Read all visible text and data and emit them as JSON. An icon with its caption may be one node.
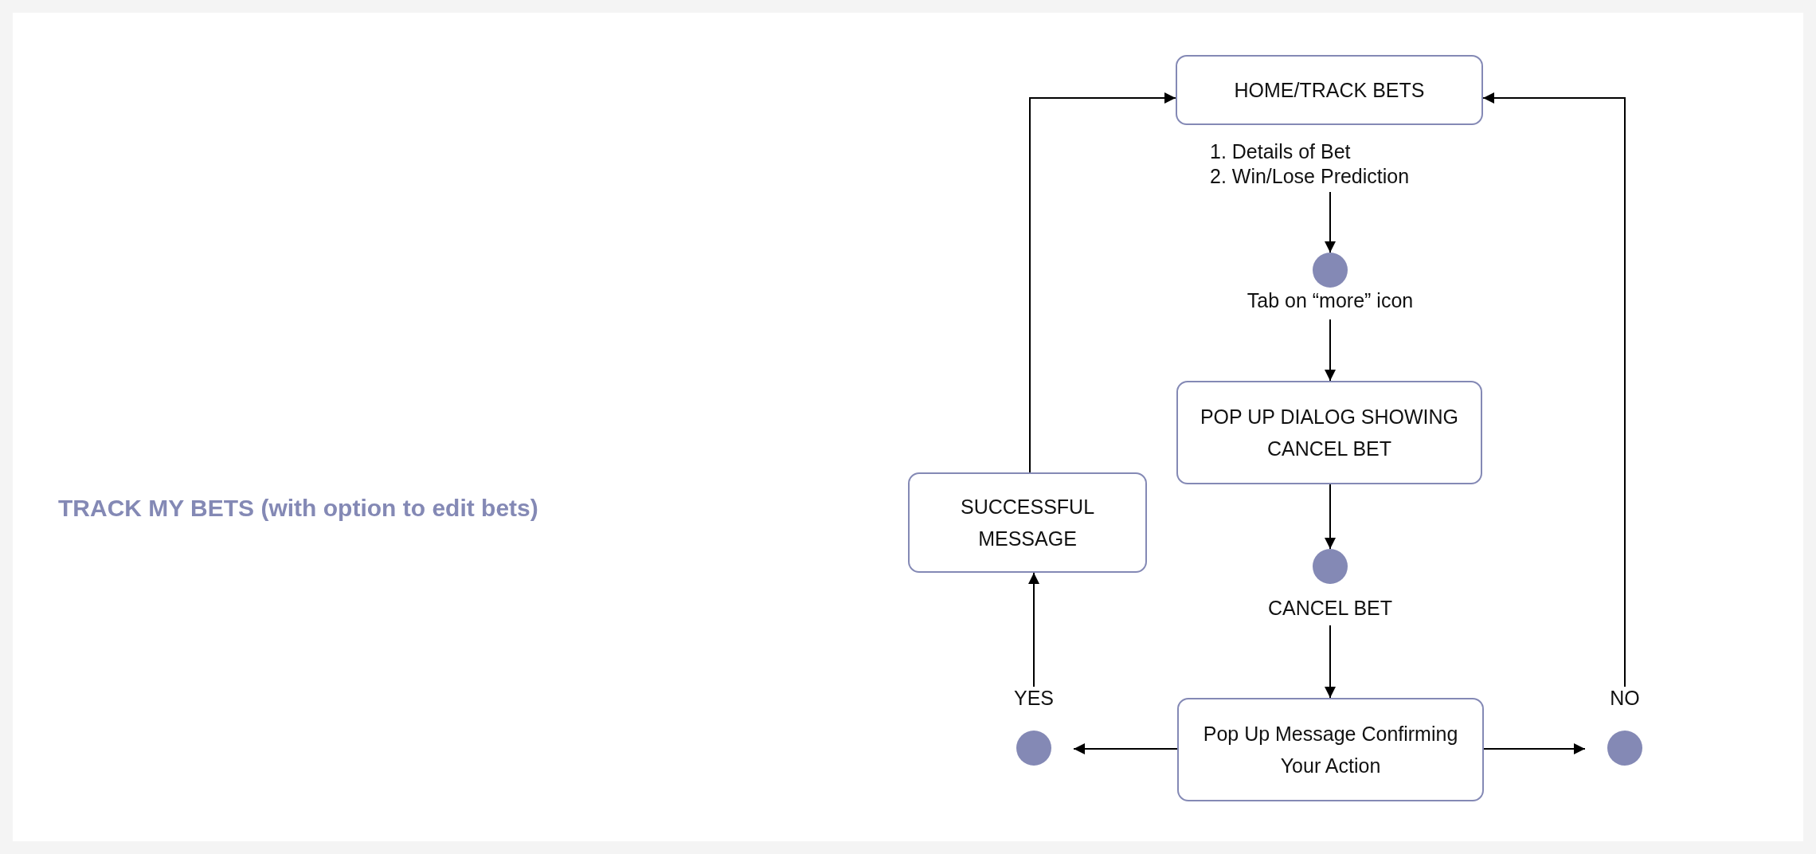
{
  "diagram": {
    "title": "TRACK MY BETS (with option to edit bets)",
    "nodes": [
      {
        "text": [
          "HOME/TRACK BETS"
        ],
        "beside": [
          "1. Details of Bet",
          "2. Win/Lose Prediction"
        ]
      },
      {
        "text": [],
        "shape": "circle",
        "beside": [
          "Tab on “more” icon"
        ]
      },
      {
        "text": [
          "POP UP DIALOG SHOWING CANCEL BET"
        ]
      },
      {
        "text": [],
        "shape": "circle",
        "beside": [
          "CANCEL BET"
        ]
      },
      {
        "text": [
          "Pop Up Message Confirming Your Action"
        ]
      },
      {
        "text": [],
        "shape": "circle",
        "beside": [
          "YES"
        ]
      },
      {
        "text": [],
        "shape": "circle",
        "beside": [
          "NO"
        ]
      },
      {
        "text": [
          "SUCCESSFUL MESSAGE"
        ]
      }
    ],
    "edges": [
      {
        "from": 0,
        "to": 1,
        "arrow": "to"
      },
      {
        "from": 1,
        "to": 2,
        "arrow": "to"
      },
      {
        "from": 2,
        "to": 3,
        "arrow": "to"
      },
      {
        "from": 3,
        "to": 4,
        "arrow": "to"
      },
      {
        "from": 4,
        "to": 5,
        "arrow": "to"
      },
      {
        "from": 4,
        "to": 6,
        "arrow": "to"
      },
      {
        "from": 5,
        "to": 7,
        "arrow": "to"
      },
      {
        "from": 7,
        "to": 0,
        "arrow": "to"
      },
      {
        "from": 6,
        "to": 0,
        "arrow": "to"
      }
    ]
  }
}
